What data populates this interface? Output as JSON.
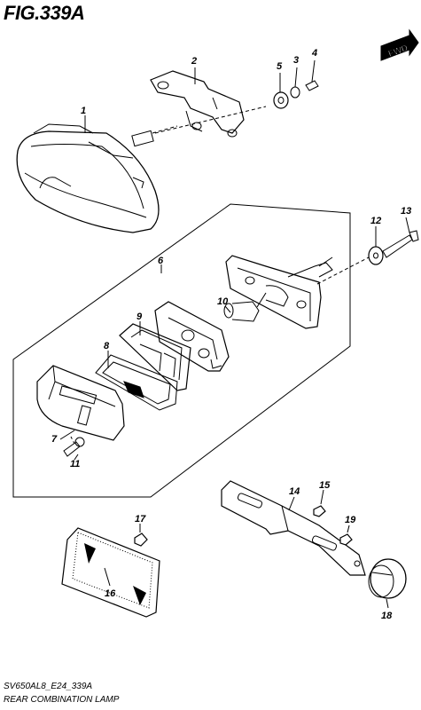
{
  "figure": {
    "title": "FIG.339A",
    "footer_code": "SV650AL8_E24_339A",
    "footer_title": "REAR COMBINATION LAMP",
    "direction_label": "FWD"
  },
  "callouts": [
    "1",
    "2",
    "3",
    "4",
    "5",
    "6",
    "7",
    "8",
    "9",
    "10",
    "11",
    "12",
    "13",
    "14",
    "15",
    "16",
    "17",
    "18",
    "19"
  ]
}
